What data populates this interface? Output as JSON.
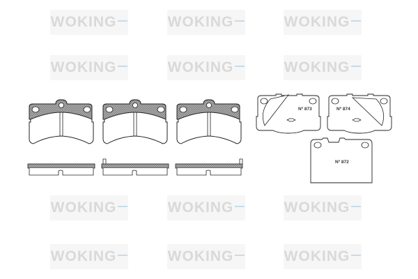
{
  "watermark": {
    "text": "WOKING"
  },
  "pads": [
    {
      "label": "Nº 873"
    },
    {
      "label": "Nº 874"
    },
    {
      "label": "Nº 872"
    }
  ],
  "colors": {
    "line": "#222222",
    "plate_fill": "#9a9a9a",
    "watermark": "#d9d9d9"
  }
}
